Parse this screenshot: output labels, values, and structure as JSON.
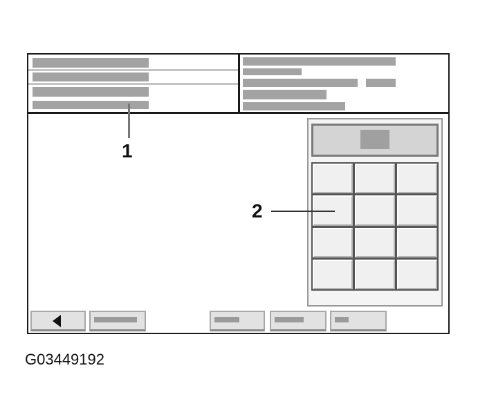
{
  "figure_id": "G03449192",
  "callouts": [
    {
      "label": "1",
      "target": "header-info-fields"
    },
    {
      "label": "2",
      "target": "numeric-keypad"
    }
  ],
  "header": {
    "left_fields": 4,
    "right_fields": 5
  },
  "keypad": {
    "rows": 4,
    "columns": 3,
    "keys": [
      "",
      "",
      "",
      "",
      "",
      "",
      "",
      "",
      "",
      "",
      "",
      ""
    ]
  },
  "bottom_bar": {
    "buttons": [
      {
        "name": "back-button",
        "icon": "left-triangle-icon"
      },
      {
        "name": "button-2"
      },
      {
        "name": "button-3"
      },
      {
        "name": "button-4"
      },
      {
        "name": "button-5"
      }
    ]
  },
  "colors": {
    "frame": "#1a1a1a",
    "placeholder": "#a3a3a3",
    "button_face": "#e2e2e2",
    "key_face": "#f0f0f0"
  }
}
